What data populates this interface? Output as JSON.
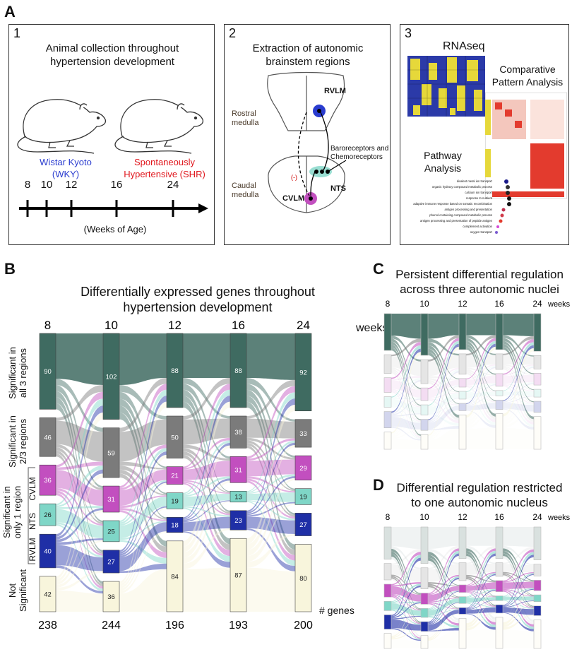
{
  "panel_a": {
    "letter": "A",
    "p1": {
      "num": "1",
      "title_l1": "Animal collection throughout",
      "title_l2": "hypertension development",
      "wky_l1": "Wistar Kyoto",
      "wky_l2": "(WKY)",
      "shr_l1": "Spontaneously",
      "shr_l2": "Hypertensive (SHR)",
      "ticks": [
        "8",
        "10",
        "12",
        "16",
        "24"
      ],
      "axis_label": "(Weeks of Age)"
    },
    "p2": {
      "num": "2",
      "title_l1": "Extraction of autonomic",
      "title_l2": "brainstem regions",
      "rostral_l1": "Rostral",
      "rostral_l2": "medulla",
      "caudal_l1": "Caudal",
      "caudal_l2": "medulla",
      "rvlm": "RVLM",
      "nts": "NTS",
      "cvlm": "CVLM",
      "baro_l1": "Baroreceptors and",
      "baro_l2": "Chemoreceptors"
    },
    "p3": {
      "num": "3",
      "rnaseq": "RNAseq",
      "cpa_l1": "Comparative",
      "cpa_l2": "Pattern Analysis",
      "pathway_l1": "Pathway",
      "pathway_l2": "Analysis",
      "pathway_terms": [
        "divalent metal ion transport",
        "organic hydroxy compound metabolic process",
        "calcium ion transport",
        "response to nutrient",
        "adaptive immune response based on somatic recombination",
        "antigen processing and presentation",
        "phenol-containing compound metabolic process",
        "antigen processing and presentation of peptide antigen",
        "complement activation",
        "oxygen transport"
      ]
    }
  },
  "panel_b": {
    "letter": "B",
    "title_l1": "Differentially expressed genes throughout",
    "title_l2": "hypertension development",
    "weeks_label": "weeks",
    "genes_label": "# genes",
    "row_labels": {
      "all3_l1": "Significant in",
      "all3_l2": "all 3 regions",
      "two3_l1": "Significant in",
      "two3_l2": "2/3 regions",
      "only1_l1": "Significant in",
      "only1_l2": "only 1 region",
      "cvlm": "CVLM",
      "nts": "NTS",
      "rvlm": "RVLM",
      "not_l1": "Not",
      "not_l2": "Significant"
    }
  },
  "panel_c": {
    "letter": "C",
    "title_l1": "Persistent differential regulation",
    "title_l2": "across three autonomic nuclei",
    "weeks": [
      "8",
      "10",
      "12",
      "16",
      "24"
    ],
    "weeks_label": "weeks"
  },
  "panel_d": {
    "letter": "D",
    "title_l1": "Differential regulation restricted",
    "title_l2": "to one autonomic nucleus",
    "weeks": [
      "8",
      "10",
      "12",
      "16",
      "24"
    ],
    "weeks_label": "weeks"
  },
  "colors": {
    "all3": "#3f6b61",
    "two3": "#7b7b7b",
    "cvlm": "#c24fbf",
    "nts": "#7fd6c7",
    "rvlm": "#1f2fa6",
    "not": "#f8f5dc",
    "wky": "#2a3ccf",
    "shr": "#e0161c"
  },
  "chart_data": {
    "type": "sankey",
    "weeks": [
      "8",
      "10",
      "12",
      "16",
      "24"
    ],
    "categories": [
      "Significant in all 3 regions",
      "Significant in 2/3 regions",
      "CVLM",
      "NTS",
      "RVLM",
      "Not Significant"
    ],
    "series": [
      {
        "week": "8",
        "values": [
          90,
          46,
          36,
          26,
          40,
          42
        ]
      },
      {
        "week": "10",
        "values": [
          102,
          59,
          31,
          25,
          27,
          36
        ]
      },
      {
        "week": "12",
        "values": [
          88,
          50,
          21,
          19,
          18,
          84
        ]
      },
      {
        "week": "16",
        "values": [
          88,
          38,
          31,
          13,
          23,
          87
        ]
      },
      {
        "week": "24",
        "values": [
          92,
          33,
          29,
          19,
          27,
          80
        ]
      }
    ],
    "totals": [
      "238",
      "244",
      "196",
      "193",
      "200"
    ]
  }
}
